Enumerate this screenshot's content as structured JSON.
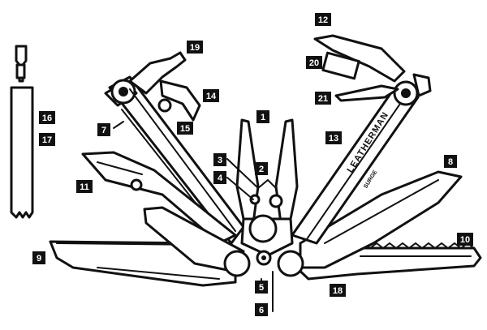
{
  "diagram": {
    "brand_text": "LEATHERMAN",
    "model_text": "SURGE",
    "callouts": [
      "1",
      "2",
      "3",
      "4",
      "5",
      "6",
      "7",
      "8",
      "9",
      "10",
      "11",
      "12",
      "13",
      "14",
      "15",
      "16",
      "17",
      "18",
      "19",
      "20",
      "21"
    ]
  },
  "colors": {
    "line": "#111111",
    "fill": "#ffffff"
  }
}
